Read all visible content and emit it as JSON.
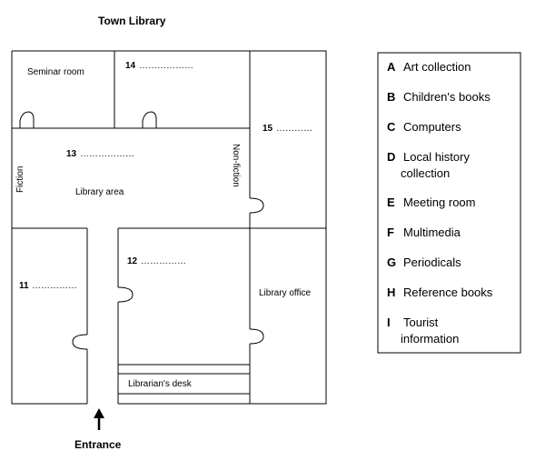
{
  "title": "Town Library",
  "entrance_label": "Entrance",
  "rooms": {
    "seminar": "Seminar room",
    "fiction": "Fiction",
    "library_area": "Library area",
    "non_fiction": "Non-fiction",
    "library_office": "Library office",
    "librarians_desk": "Librarian's desk"
  },
  "questions": [
    {
      "number": "11",
      "blank": "……………"
    },
    {
      "number": "12",
      "blank": "……………"
    },
    {
      "number": "13",
      "blank": "………………"
    },
    {
      "number": "14",
      "blank": "………………"
    },
    {
      "number": "15",
      "blank": "…………"
    }
  ],
  "options": [
    {
      "letter": "A",
      "lines": [
        "Art collection"
      ]
    },
    {
      "letter": "B",
      "lines": [
        "Children's books"
      ]
    },
    {
      "letter": "C",
      "lines": [
        "Computers"
      ]
    },
    {
      "letter": "D",
      "lines": [
        "Local history",
        "collection"
      ]
    },
    {
      "letter": "E",
      "lines": [
        "Meeting room"
      ]
    },
    {
      "letter": "F",
      "lines": [
        "Multimedia"
      ]
    },
    {
      "letter": "G",
      "lines": [
        "Periodicals"
      ]
    },
    {
      "letter": "H",
      "lines": [
        "Reference books"
      ]
    },
    {
      "letter": "I",
      "lines": [
        "Tourist",
        "information"
      ]
    }
  ]
}
